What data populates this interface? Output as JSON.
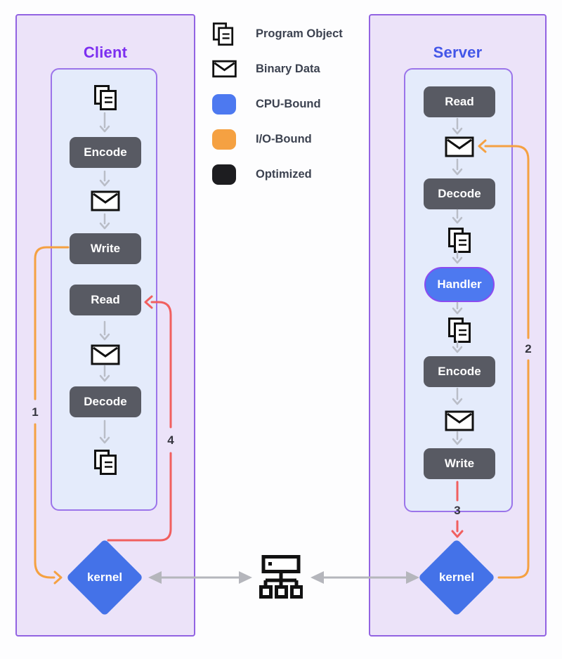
{
  "legend": {
    "program_object": "Program Object",
    "binary_data": "Binary Data",
    "cpu_bound": "CPU-Bound",
    "io_bound": "I/O-Bound",
    "optimized": "Optimized"
  },
  "client": {
    "title": "Client",
    "steps": {
      "encode": "Encode",
      "write": "Write",
      "read": "Read",
      "decode": "Decode"
    },
    "kernel": "kernel",
    "out_flow_number": "1",
    "in_flow_number": "4"
  },
  "server": {
    "title": "Server",
    "steps": {
      "read": "Read",
      "decode": "Decode",
      "handler": "Handler",
      "encode": "Encode",
      "write": "Write"
    },
    "kernel": "kernel",
    "in_flow_number": "2",
    "out_flow_number": "3"
  },
  "icons": {
    "program_object": "program-object-icon",
    "binary_data": "binary-data-icon",
    "network": "network-hub-icon"
  },
  "colors": {
    "cpu_bound": "#4d79f0",
    "io_bound": "#f5a142",
    "optimized": "#1d1d20",
    "client_title": "#7c2ff0",
    "server_title": "#4356e8",
    "step_box": "#585a63",
    "kernel": "#4472e8",
    "handler_fill": "#4d79f0",
    "handler_border": "#8b4bf0",
    "io_path": "#f5a142",
    "response_path": "#f15f5f",
    "link_arrow": "#b5b6bc",
    "step_arrow": "#b9bdc7",
    "panel_bg": "#ece3f9",
    "flow_box_bg": "#e4ebfb",
    "panel_border": "#9263e2"
  }
}
